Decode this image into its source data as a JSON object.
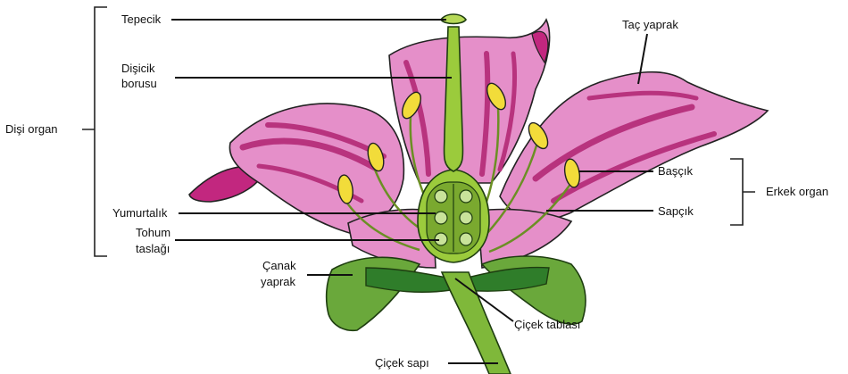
{
  "labels": {
    "tepecik": "Tepecik",
    "disicik_borusu_1": "Dişicik",
    "disicik_borusu_2": "borusu",
    "disi_organ": "Dişi organ",
    "yumurtalik": "Yumurtalık",
    "tohum_taslagi_1": "Tohum",
    "tohum_taslagi_2": "taslağı",
    "canak_yaprak_1": "Çanak",
    "canak_yaprak_2": "yaprak",
    "cicek_sapi": "Çiçek sapı",
    "cicek_tablasi": "Çiçek tablası",
    "sapcik": "Sapçık",
    "erkek_organ": "Erkek organ",
    "bascik": "Başçık",
    "tac_yaprak": "Taç yaprak"
  },
  "colors": {
    "petal_pink": "#e58fc9",
    "petal_dark": "#c2277f",
    "petal_stripe": "#b8337e",
    "green_light": "#9bcb3c",
    "green_dark": "#2f7d2a",
    "sepal_green": "#5f9e35",
    "anther_yellow": "#f2dc3a"
  }
}
